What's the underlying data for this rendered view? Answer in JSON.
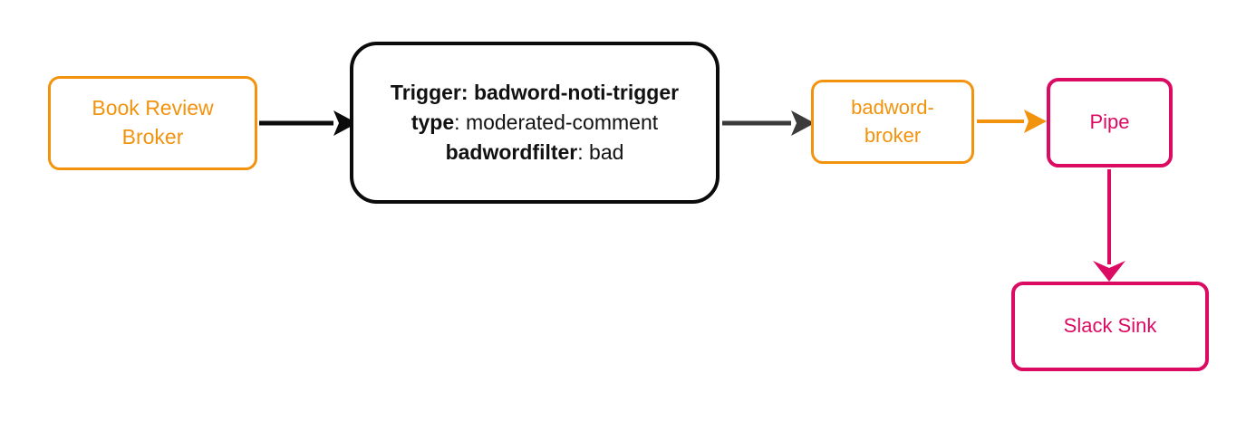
{
  "diagram": {
    "type": "flowchart",
    "background": "#ffffff",
    "colors": {
      "broker_orange": "#F2930D",
      "trigger_black": "#0b0b0b",
      "sink_crimson": "#DB0B63",
      "arrow_dark": "#3b3b3b"
    },
    "nodes": [
      {
        "id": "book-review-broker",
        "label_line1": "Book Review",
        "label_line2": "Broker",
        "color": "#F2930D",
        "shape": "rounded-rectangle"
      },
      {
        "id": "trigger",
        "line1_key": "Trigger:",
        "line1_value": "badword-noti-trigger",
        "line2_key": "type",
        "line2_value": "moderated-comment",
        "line3_key": "badwordfilter",
        "line3_value": "bad",
        "color": "#0b0b0b",
        "shape": "rounded-rectangle"
      },
      {
        "id": "badword-broker",
        "label_line1": "badword-",
        "label_line2": "broker",
        "color": "#F2930D",
        "shape": "rounded-rectangle"
      },
      {
        "id": "pipe",
        "label": "Pipe",
        "color": "#DB0B63",
        "shape": "rounded-rectangle"
      },
      {
        "id": "slack-sink",
        "label": "Slack Sink",
        "color": "#DB0B63",
        "shape": "rounded-rectangle"
      }
    ],
    "edges": [
      {
        "id": "edge-broker-to-trigger",
        "from": "book-review-broker",
        "to": "trigger",
        "color": "#0b0b0b",
        "direction": "right"
      },
      {
        "id": "edge-trigger-to-badword-broker",
        "from": "trigger",
        "to": "badword-broker",
        "color": "#3b3b3b",
        "direction": "right"
      },
      {
        "id": "edge-badword-broker-to-pipe",
        "from": "badword-broker",
        "to": "pipe",
        "color": "#F2930D",
        "direction": "right"
      },
      {
        "id": "edge-pipe-to-slack-sink",
        "from": "pipe",
        "to": "slack-sink",
        "color": "#DB0B63",
        "direction": "down"
      }
    ]
  }
}
